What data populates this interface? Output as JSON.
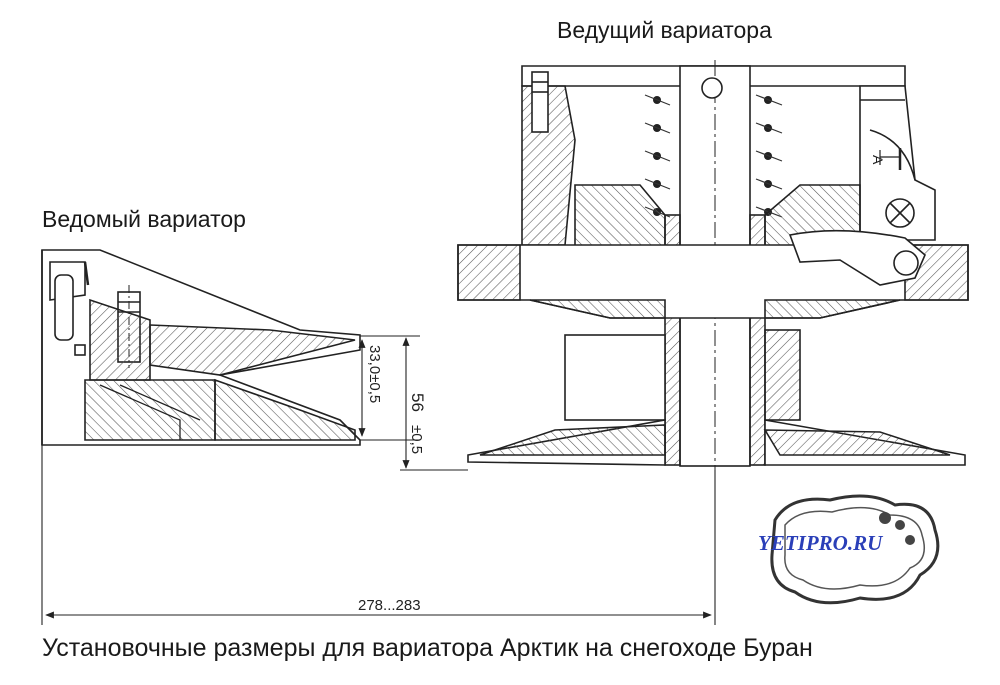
{
  "labels": {
    "drive_title": "Ведущий вариатора",
    "driven_title": "Ведомый вариатор",
    "caption": "Установочные размеры для вариатора Арктик на снегоходе Буран"
  },
  "dimensions": {
    "center_distance": "278...283",
    "offset_small": "33,0±0,5",
    "offset_large_value": "56",
    "offset_large_tol": "±0,5",
    "section_mark": "A"
  },
  "watermark": {
    "text": "YETIPRO.RU",
    "color": "#2a3fb8"
  },
  "colors": {
    "line": "#222222",
    "hatch": "#555555"
  }
}
